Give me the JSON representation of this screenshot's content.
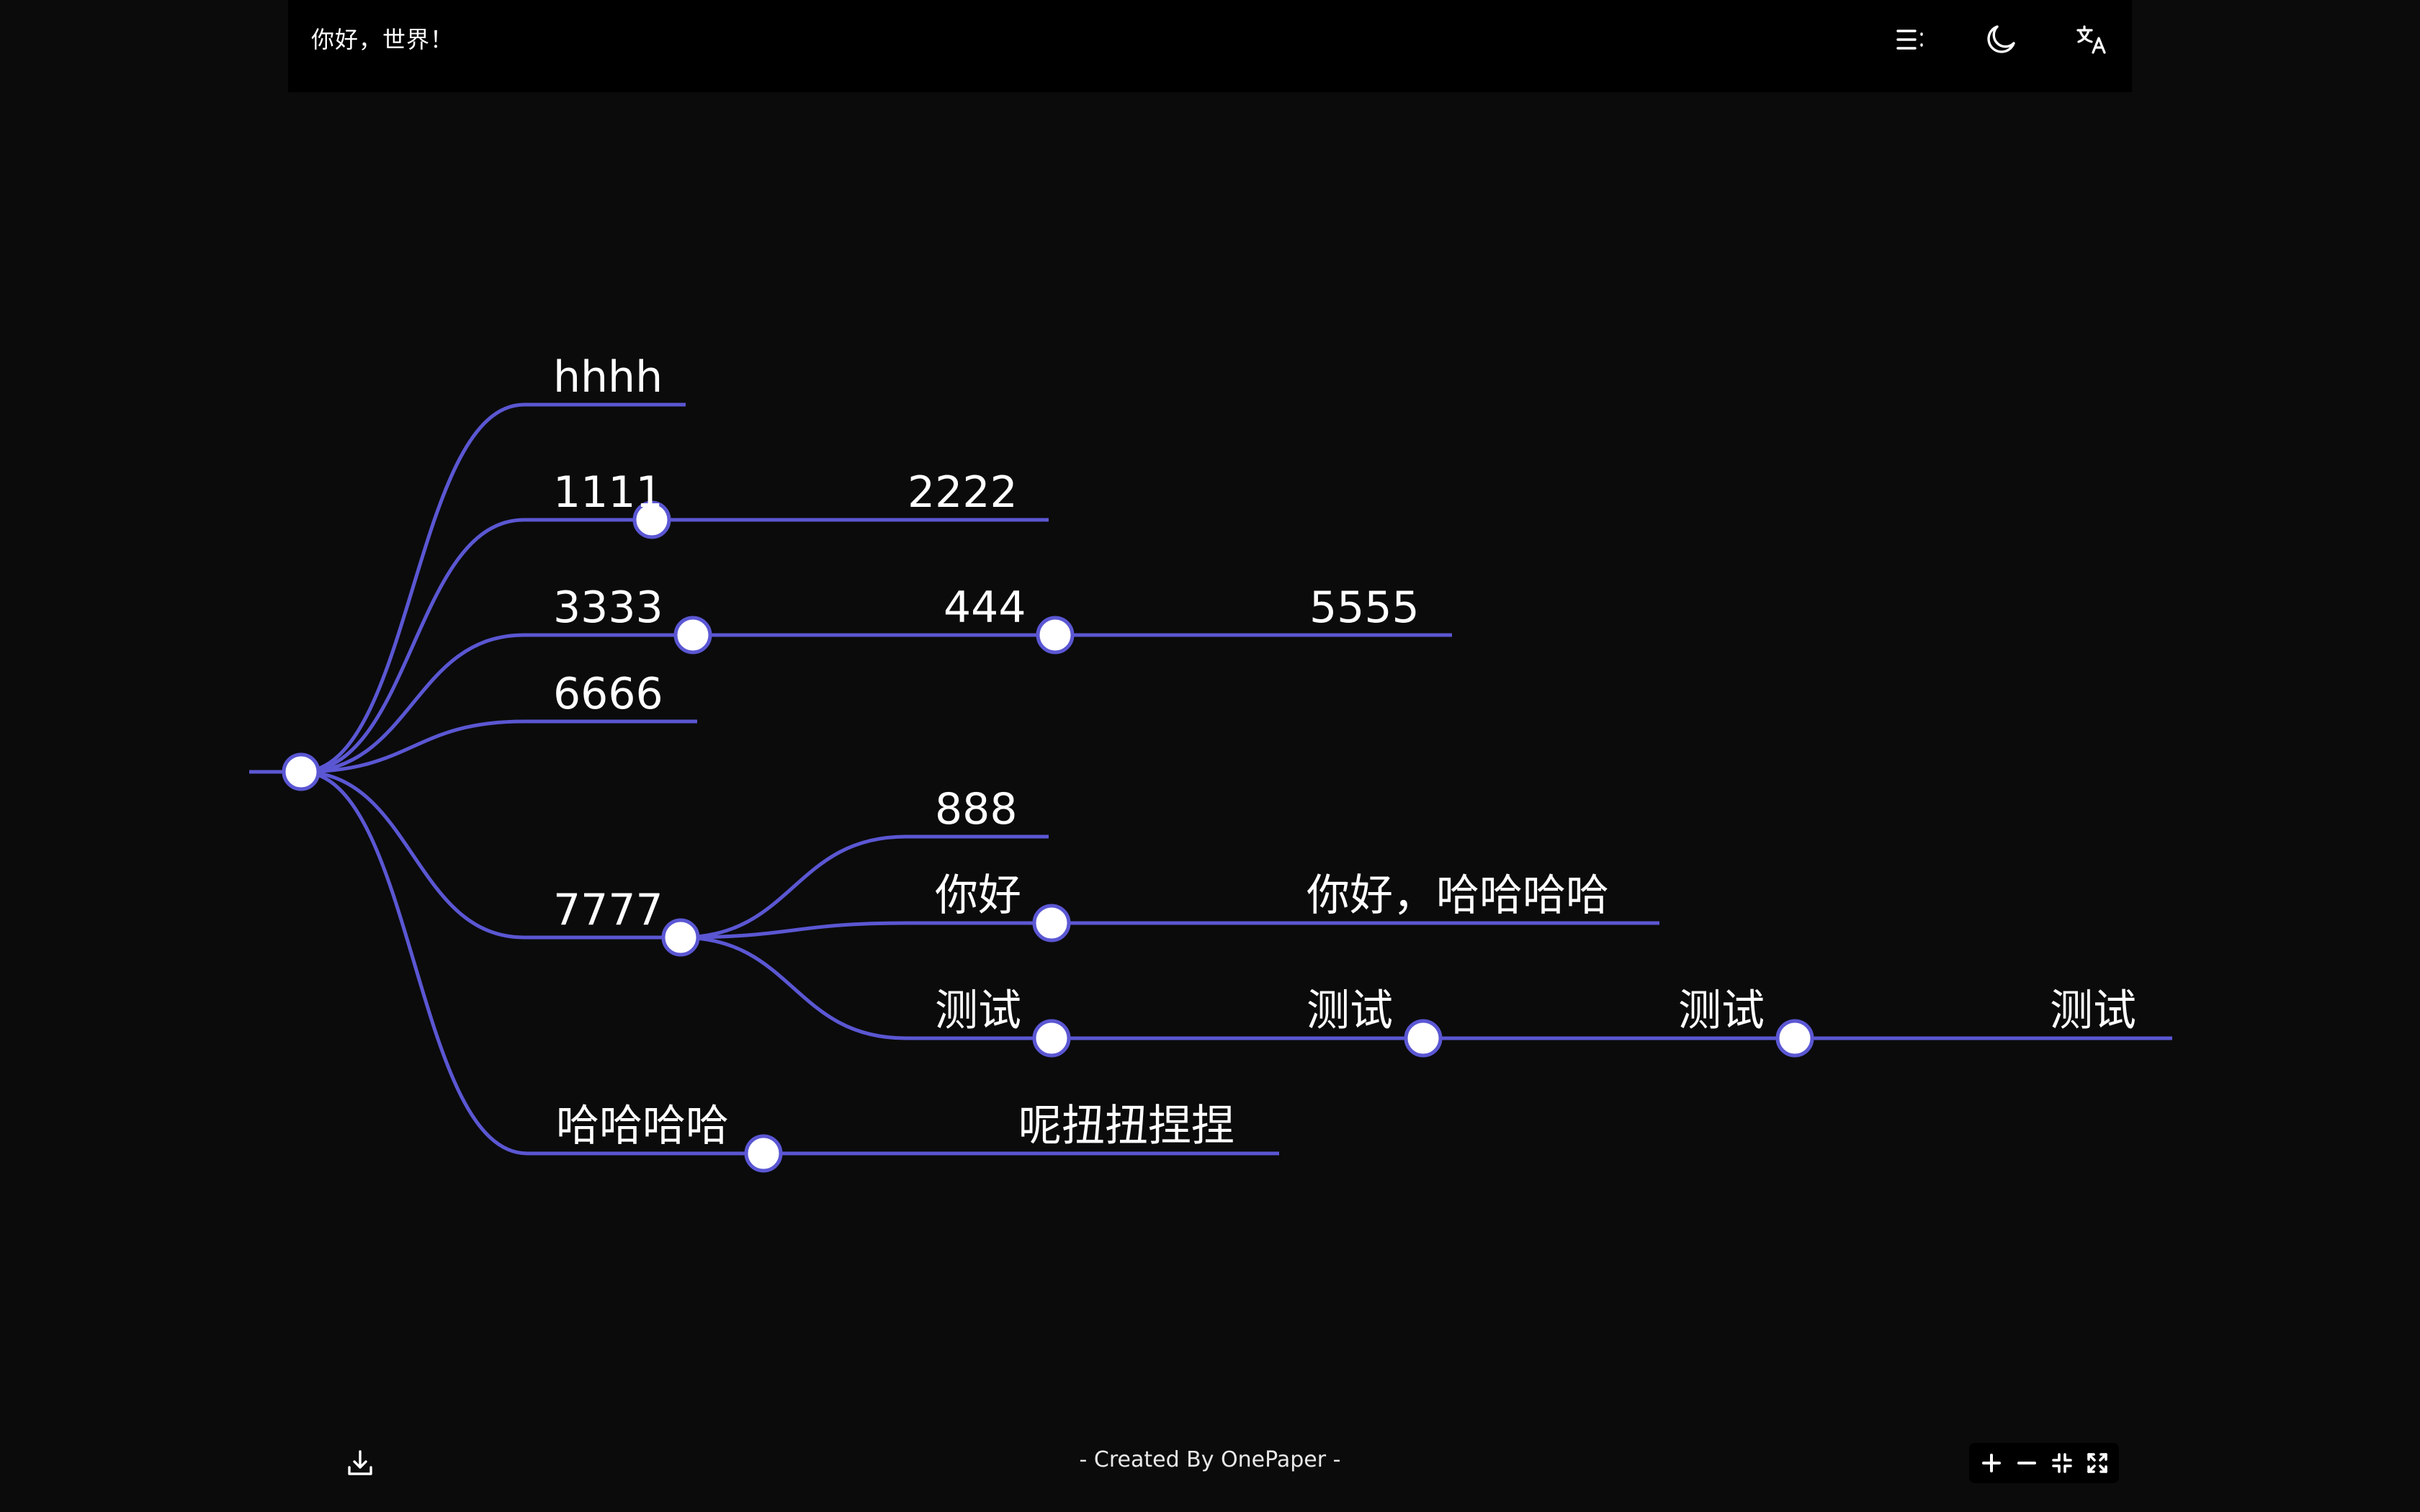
{
  "header": {
    "title": "你好，世界！",
    "icons": {
      "menu": "list-settings-icon",
      "theme": "moon-icon",
      "translate": "translate-icon"
    }
  },
  "mindmap": {
    "line_color": "#5b57d3",
    "root": {
      "children": [
        {
          "id": "n_hhhh",
          "label": "hhhh",
          "children": []
        },
        {
          "id": "n_1111",
          "label": "1111",
          "children": [
            {
              "id": "n_2222",
              "label": "2222",
              "children": []
            }
          ]
        },
        {
          "id": "n_3333",
          "label": "3333",
          "children": [
            {
              "id": "n_444",
              "label": "444",
              "children": [
                {
                  "id": "n_5555",
                  "label": "5555",
                  "children": []
                }
              ]
            }
          ]
        },
        {
          "id": "n_6666",
          "label": "6666",
          "children": []
        },
        {
          "id": "n_7777",
          "label": "7777",
          "children": [
            {
              "id": "n_888",
              "label": "888",
              "children": []
            },
            {
              "id": "n_nihao",
              "label": "你好",
              "children": [
                {
                  "id": "n_nihao_haha",
                  "label": "你好，哈哈哈哈",
                  "children": []
                }
              ]
            },
            {
              "id": "n_ceshi1",
              "label": "测试",
              "children": [
                {
                  "id": "n_ceshi2",
                  "label": "测试",
                  "children": [
                    {
                      "id": "n_ceshi3",
                      "label": "测试",
                      "children": [
                        {
                          "id": "n_ceshi4",
                          "label": "测试",
                          "children": []
                        }
                      ]
                    }
                  ]
                }
              ]
            }
          ]
        },
        {
          "id": "n_hahahaha",
          "label": "哈哈哈哈",
          "children": [
            {
              "id": "n_ne",
              "label": "呢扭扭捏捏",
              "children": []
            }
          ]
        }
      ]
    }
  },
  "footer": {
    "credit": "- Created By OnePaper -",
    "download_icon": "download-icon",
    "zoom_controls": [
      "zoom-in-icon",
      "zoom-out-icon",
      "collapse-icon",
      "fullscreen-icon"
    ]
  }
}
